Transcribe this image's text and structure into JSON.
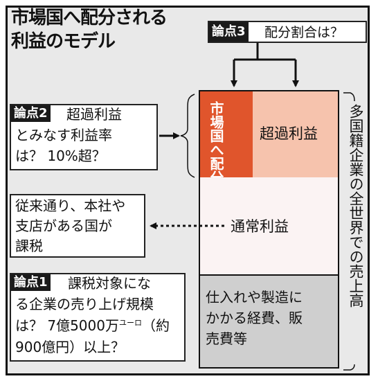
{
  "title": {
    "line1": "市場国へ配分される",
    "line2": "利益のモデル"
  },
  "point3": {
    "tag": "論点3",
    "text": "配分割合は？"
  },
  "point2": {
    "tag": "論点2",
    "line1": "超過利益",
    "line2": "とみなす利益率",
    "line3": "は？ 10%超？"
  },
  "conventional": {
    "line1": "従来通り、本社や",
    "line2": "支店がある国が",
    "line3": "課税"
  },
  "point1": {
    "tag": "論点1",
    "line1": "課税対象にな",
    "line2": "る企業の売り上げ規模",
    "line3_main": "は？ 7億5000万",
    "line3_unit": "ユーロ",
    "line3_end": "（約",
    "line4": "900億円）以上？"
  },
  "blocks": {
    "market_alloc": "市場国へ配分",
    "excess_profit": "超過利益",
    "normal_profit": "通常利益",
    "costs_line1": "仕入れや製造に",
    "costs_line2": "かかる経費、販",
    "costs_line3": "売費等"
  },
  "side_label": "多国籍企業の全世界での売上高",
  "colors": {
    "market_red": "#e0552c",
    "excess_salmon": "#f6c3ad",
    "normal_bg": "#fbf3f3",
    "costs_gray": "#cfcfcf",
    "frame_bg": "#e9e9e9"
  }
}
